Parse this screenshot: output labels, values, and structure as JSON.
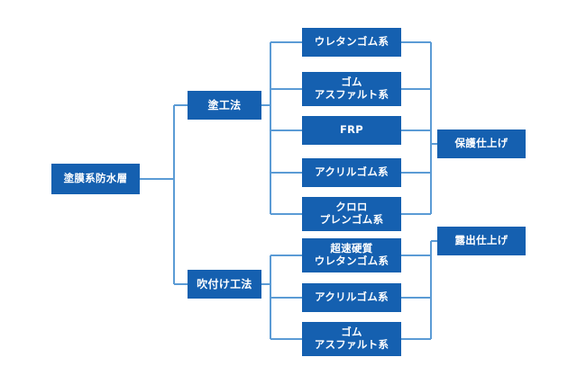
{
  "diagram": {
    "title": "",
    "colors": {
      "node_fill": "#1560b0",
      "node_text": "#ffffff",
      "connector": "#5b9bd5",
      "background": "#ffffff"
    },
    "root": {
      "label": "塗膜系防水層"
    },
    "methods": [
      {
        "label": "塗工法"
      },
      {
        "label": "吹付け工法"
      }
    ],
    "materials": [
      {
        "label": "ウレタンゴム系"
      },
      {
        "label": "ゴム\nアスファルト系"
      },
      {
        "label": "FRP"
      },
      {
        "label": "アクリルゴム系"
      },
      {
        "label": "クロロ\nプレンゴム系"
      },
      {
        "label": "超速硬質\nウレタンゴム系"
      },
      {
        "label": "アクリルゴム系"
      },
      {
        "label": "ゴム\nアスファルト系"
      }
    ],
    "finishes": [
      {
        "label": "保護仕上げ"
      },
      {
        "label": "露出仕上げ"
      }
    ]
  }
}
